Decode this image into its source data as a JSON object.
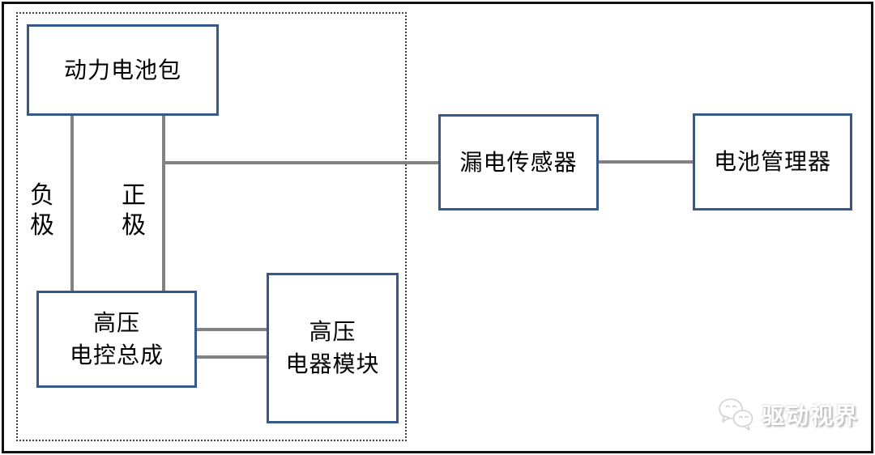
{
  "diagram": {
    "nodes": [
      {
        "id": "battery-pack",
        "label": "动力电池包"
      },
      {
        "id": "leak-sensor",
        "label": "漏电传感器"
      },
      {
        "id": "battery-manager",
        "label": "电池管理器"
      },
      {
        "id": "hv-control",
        "line1": "高压",
        "line2": "电控总成"
      },
      {
        "id": "hv-module",
        "line1": "高压",
        "line2": "电器模块"
      }
    ],
    "wire_labels": {
      "negative": "负极",
      "positive": "正极"
    },
    "colors": {
      "node_border": "#36598C",
      "connector": "#828282",
      "dashed_border": "#404040",
      "outer_border": "#111111",
      "text": "#000000"
    }
  },
  "watermark": {
    "text": "驱动视界",
    "icon": "wechat-logo-icon"
  }
}
